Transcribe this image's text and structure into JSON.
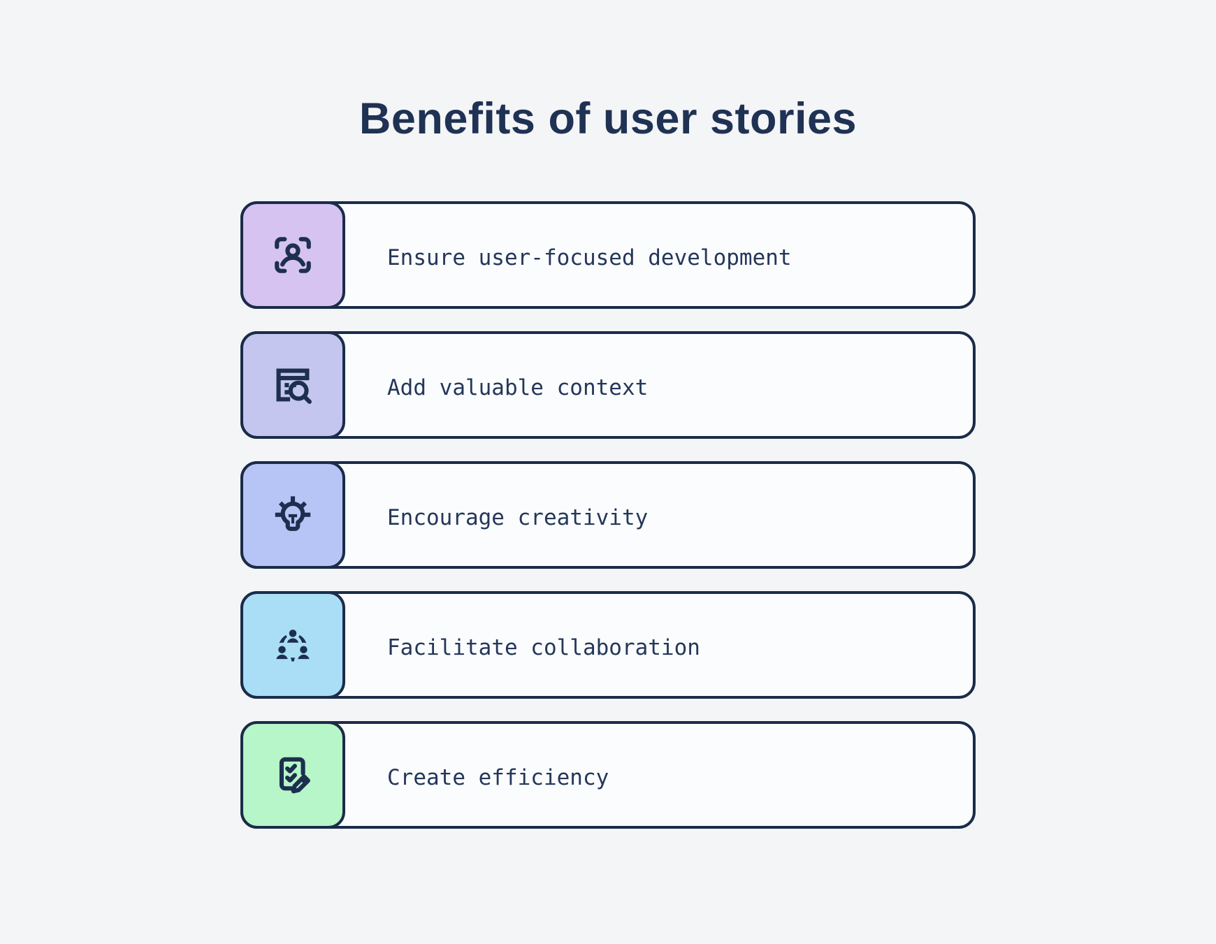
{
  "page": {
    "title": "Benefits of user stories",
    "background_color": "#f4f5f7",
    "ink_color": "#1b2c49",
    "row_fill_color": "#fbfcfd",
    "title_color": "#1f3254",
    "label_color": "#24375a"
  },
  "benefits": [
    {
      "label": "Ensure user-focused development",
      "icon": "user-focus-icon",
      "icon_bg": "#d6c3f1"
    },
    {
      "label": "Add valuable context",
      "icon": "table-search-icon",
      "icon_bg": "#c4c6f0"
    },
    {
      "label": "Encourage creativity",
      "icon": "lightbulb-idea-icon",
      "icon_bg": "#b7c5f6"
    },
    {
      "label": "Facilitate collaboration",
      "icon": "team-circle-icon",
      "icon_bg": "#a9def6"
    },
    {
      "label": "Create efficiency",
      "icon": "checklist-pencil-icon",
      "icon_bg": "#b6f6c8"
    }
  ]
}
